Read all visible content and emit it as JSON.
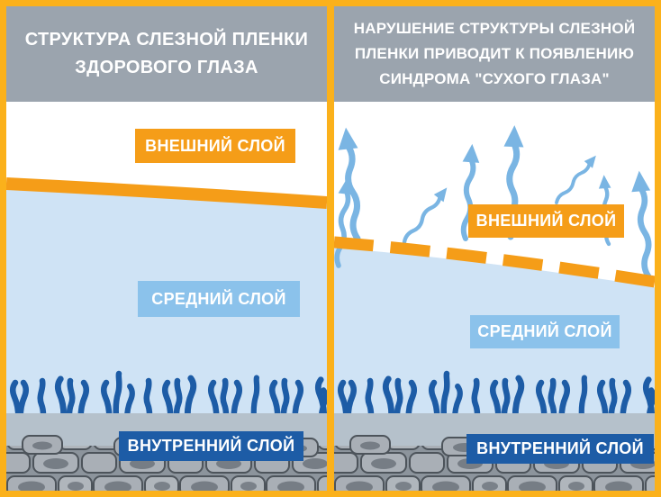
{
  "palette": {
    "frame_orange": "#FBB11B",
    "lipid_orange": "#F59D18",
    "header_gray": "#9BA4AE",
    "aqueous_blue": "#CFE3F5",
    "middle_badge_blue": "#8BC2EB",
    "deep_blue": "#1D5CA6",
    "evaporation_arrow_blue": "#7AB5E3",
    "mucin_band_gray": "#B5C1CB",
    "epithelium_gray": "#A9AFB6",
    "epithelium_nucleus_gray": "#767D85"
  },
  "left_panel": {
    "title_lines": [
      "СТРУКТУРА СЛЕЗНОЙ ПЛЕНКИ",
      "ЗДОРОВОГО ГЛАЗА"
    ],
    "labels": {
      "outer": "ВНЕШНИЙ СЛОЙ",
      "middle": "СРЕДНИЙ СЛОЙ",
      "inner": "ВНУТРЕННИЙ СЛОЙ"
    }
  },
  "right_panel": {
    "title_lines": [
      "НАРУШЕНИЕ СТРУКТУРЫ СЛЕЗНОЙ",
      "ПЛЕНКИ ПРИВОДИТ К ПОЯВЛЕНИЮ",
      "СИНДРОМА \"СУХОГО ГЛАЗА\""
    ],
    "labels": {
      "outer": "ВНЕШНИЙ СЛОЙ",
      "middle": "СРЕДНИЙ СЛОЙ",
      "inner": "ВНУТРЕННИЙ СЛОЙ"
    }
  }
}
